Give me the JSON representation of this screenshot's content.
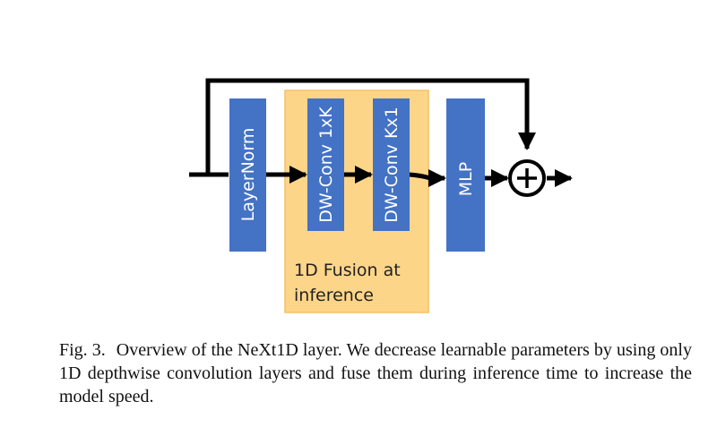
{
  "diagram": {
    "blocks": {
      "layernorm": "LayerNorm",
      "dwconv_1xk": "DW-Conv 1xK",
      "dwconv_kx1": "DW-Conv Kx1",
      "mlp": "MLP"
    },
    "fusion_region": {
      "line1": "1D Fusion at",
      "line2": "inference"
    },
    "add_symbol": "+",
    "colors": {
      "block": "#4472c4",
      "fusion_region": "#fdd589",
      "fusion_border": "#f7c064",
      "arrow": "#000000"
    }
  },
  "caption": {
    "number": "Fig. 3.",
    "text": "Overview of the NeXt1D layer. We decrease learnable parameters by using only 1D depthwise convolution layers and fuse them during inference time to increase the model speed."
  }
}
